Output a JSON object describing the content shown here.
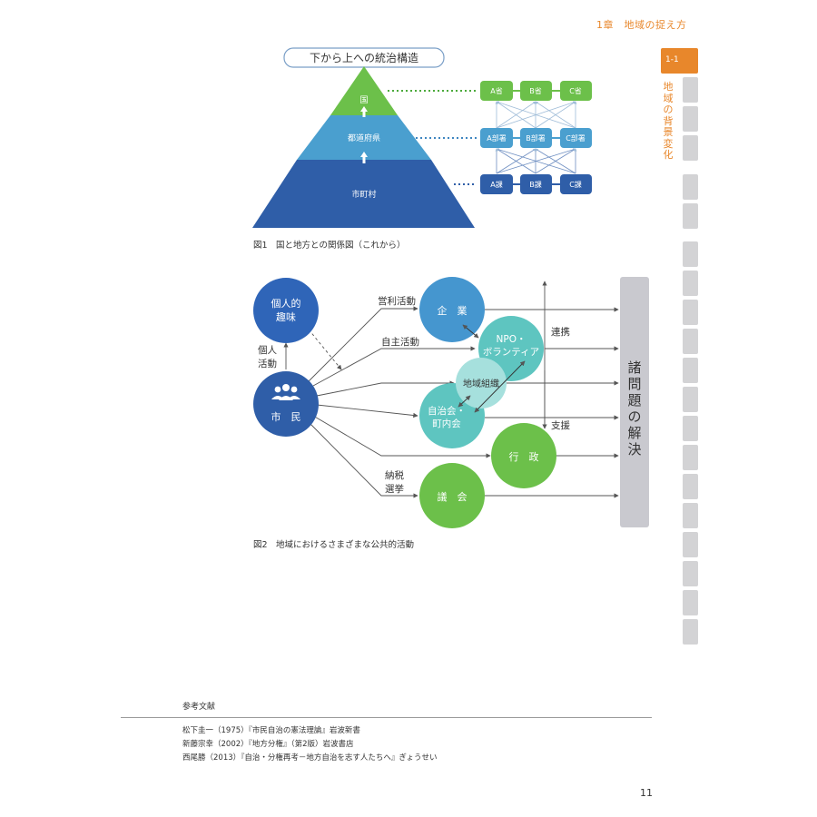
{
  "header": {
    "chapter": "1章　地域の捉え方"
  },
  "sidebar": {
    "active_tab": "1-1",
    "vertical_title": [
      "地",
      "域",
      "の",
      "背",
      "景",
      "変",
      "化"
    ]
  },
  "fig1": {
    "title": "下から上への統治構造",
    "levels": {
      "top": "国",
      "middle": "都道府県",
      "bottom": "市町村"
    },
    "ministries": [
      "A省",
      "B省",
      "C省"
    ],
    "bureaus": [
      "A部署",
      "B部署",
      "C部署"
    ],
    "sections": [
      "A課",
      "B課",
      "C課"
    ],
    "caption": "図1　国と地方との関係図（これから）"
  },
  "fig2": {
    "nodes": {
      "hobby": [
        "個人的",
        "趣味"
      ],
      "citizen": "市　民",
      "company": "企　業",
      "npo": [
        "NPO・",
        "ボランティア"
      ],
      "community": "地域組織",
      "neighborhood": [
        "自治会・",
        "町内会"
      ],
      "government": "行　政",
      "council": "議　会"
    },
    "labels": {
      "personal_activity": [
        "個人",
        "活動"
      ],
      "profit_activity": "営利活動",
      "voluntary_activity": "自主活動",
      "tax_vote": [
        "納税",
        "選挙"
      ],
      "cooperation": "連携",
      "support": "支援"
    },
    "solution": [
      "諸",
      "問",
      "題",
      "の",
      "解",
      "決"
    ],
    "caption": "図2　地域におけるさまざまな公共的活動"
  },
  "references": {
    "title": "参考文献",
    "items": [
      "松下圭一（1975）『市民自治の憲法理論』岩波新書",
      "新藤宗幸（2002）『地方分権』（第2版）岩波書店",
      "西尾勝（2013）『自治・分権再考－地方自治を志す人たちへ』ぎょうせい"
    ]
  },
  "page_number": "11",
  "colors": {
    "accent_orange": "#e8872b",
    "green": "#6cc04a",
    "mid_blue": "#4a9fcf",
    "dark_blue": "#2f5ea8",
    "teal": "#5ec5c0",
    "gray_panel": "#c9c9cf"
  }
}
